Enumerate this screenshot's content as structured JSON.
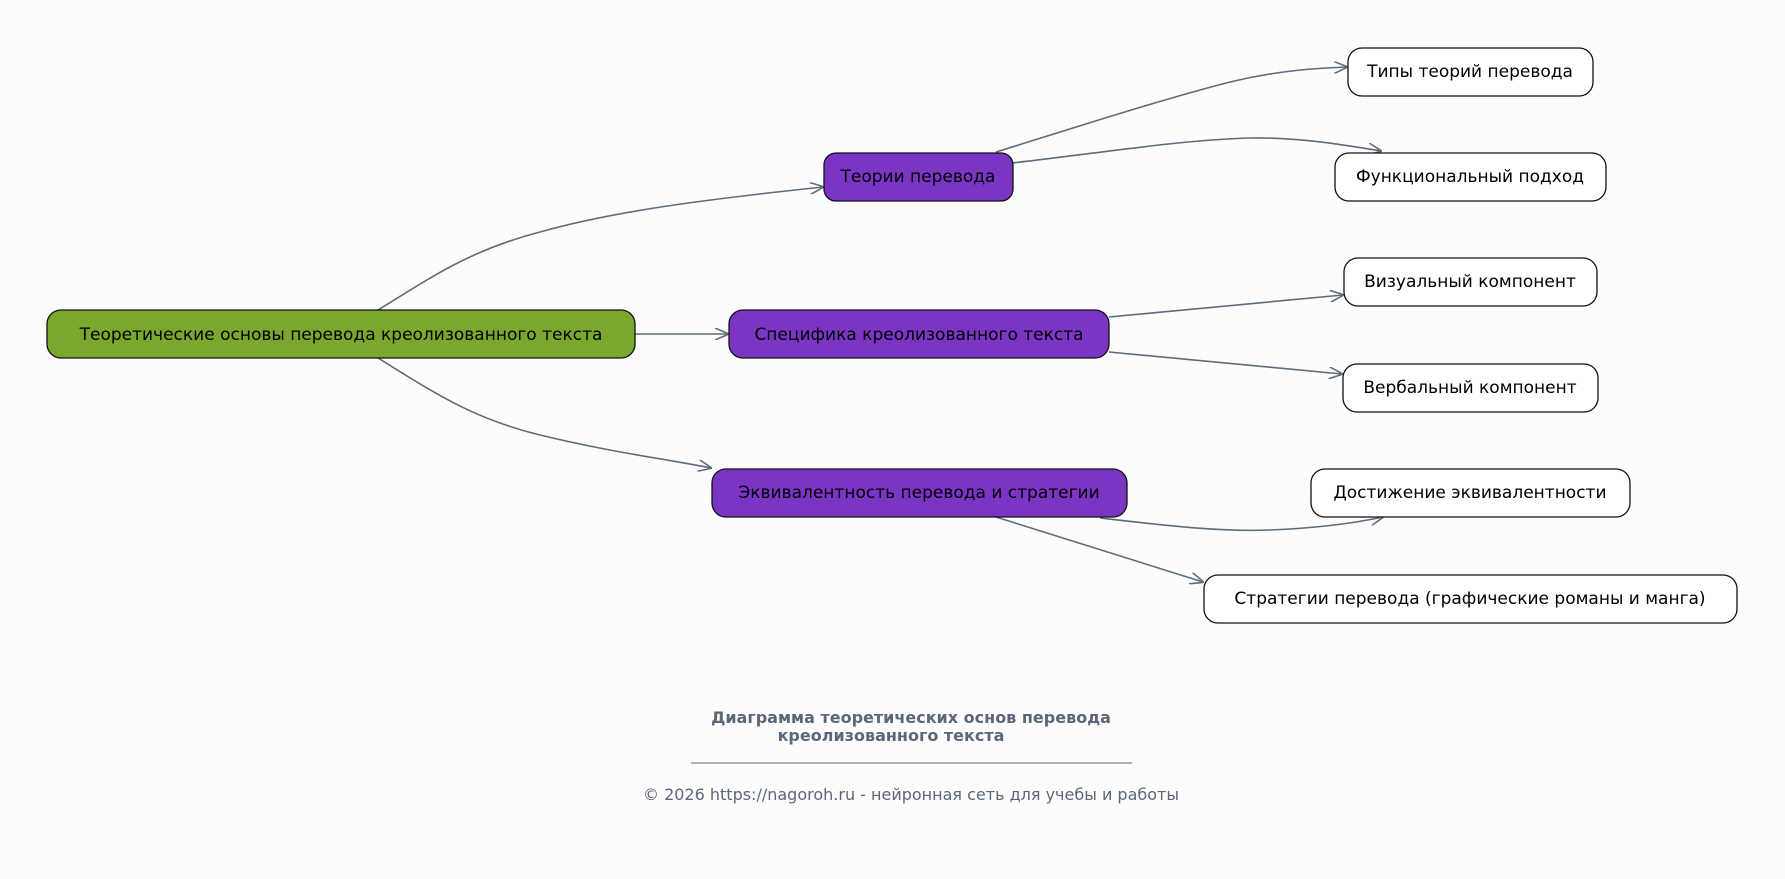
{
  "diagram": {
    "root": {
      "label": "Теоретические основы перевода креолизованного текста"
    },
    "branches": [
      {
        "label": "Теории перевода",
        "children": [
          {
            "label": "Типы теорий перевода"
          },
          {
            "label": "Функциональный подход"
          }
        ]
      },
      {
        "label": "Специфика креолизованного текста",
        "children": [
          {
            "label": "Визуальный компонент"
          },
          {
            "label": "Вербальный компонент"
          }
        ]
      },
      {
        "label": "Эквивалентность перевода и стратегии",
        "children": [
          {
            "label": "Достижение эквивалентности"
          },
          {
            "label": "Стратегии перевода (графические романы и манга)"
          }
        ]
      }
    ]
  },
  "caption": {
    "line1": "Диаграмма теоретических основ перевода",
    "line2": "креолизованного текста"
  },
  "footer": {
    "text": "© 2026 https://nagoroh.ru - нейронная сеть для учебы и работы"
  },
  "colors": {
    "root_fill": "#7aa82c",
    "branch_fill": "#7b35c4",
    "leaf_fill": "#ffffff",
    "edge": "#5f6b7a",
    "caption": "#5b6778",
    "background": "#fcfcfd"
  }
}
